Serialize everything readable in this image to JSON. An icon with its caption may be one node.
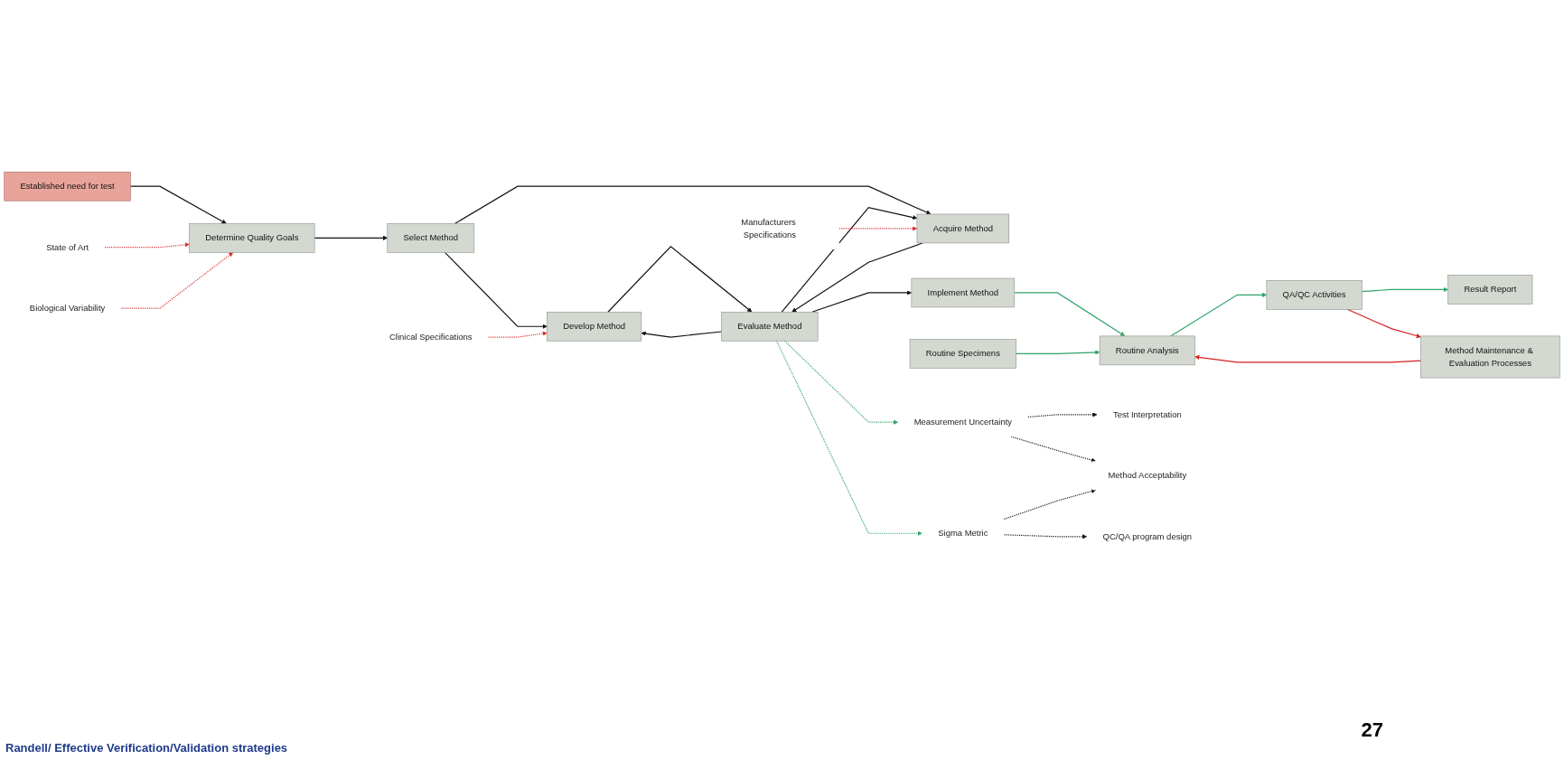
{
  "diagram": {
    "nodes": [
      {
        "text": [
          "Established need for test"
        ]
      },
      {
        "text": [
          "Determine Quality Goals"
        ]
      },
      {
        "text": [
          "Select Method"
        ]
      },
      {
        "text": [
          "Develop Method"
        ]
      },
      {
        "text": [
          "Acquire Method"
        ]
      },
      {
        "text": [
          "Evaluate Method"
        ]
      },
      {
        "text": [
          "Implement Method"
        ]
      },
      {
        "text": [
          "Method Maintenance & Evaluation Processes"
        ]
      },
      {
        "text": [
          "Routine Specimens"
        ]
      },
      {
        "text": [
          "Routine Analysis"
        ]
      },
      {
        "text": [
          "QA/QC Activities"
        ]
      },
      {
        "text": [
          "Result Report"
        ]
      },
      {
        "text": [
          "State of Art"
        ]
      },
      {
        "text": [
          "Biological Variability"
        ]
      },
      {
        "text": [
          "Clinical Specifications"
        ]
      },
      {
        "text": [
          "Manufacturers Specifications"
        ]
      },
      {
        "text": [
          "Measurement Uncertainty"
        ]
      },
      {
        "text": [
          "Sigma Metric"
        ]
      },
      {
        "text": [
          "Test Interpretation"
        ]
      },
      {
        "text": [
          "Method Acceptability"
        ]
      },
      {
        "text": [
          "QC/QA program design"
        ]
      }
    ],
    "edges": [
      {
        "from": 0,
        "to": 1,
        "arrow": "to"
      },
      {
        "from": 1,
        "to": 2,
        "arrow": "to"
      },
      {
        "from": 2,
        "to": 3,
        "arrow": "to"
      },
      {
        "from": 2,
        "to": 4,
        "arrow": "to"
      },
      {
        "from": 3,
        "to": 5,
        "arrow": "to"
      },
      {
        "from": 4,
        "to": 5,
        "arrow": "to"
      },
      {
        "from": 5,
        "to": 3,
        "arrow": "to"
      },
      {
        "from": 5,
        "to": 4,
        "arrow": "to"
      },
      {
        "from": 5,
        "to": 6,
        "arrow": "to"
      },
      {
        "from": 12,
        "to": 1,
        "arrow": "to",
        "style": "dashed",
        "color": "#e03030"
      },
      {
        "from": 13,
        "to": 1,
        "arrow": "to",
        "style": "dashed",
        "color": "#e03030"
      },
      {
        "from": 14,
        "to": 3,
        "arrow": "to",
        "style": "dashed",
        "color": "#e03030"
      },
      {
        "from": 15,
        "to": 4,
        "arrow": "to",
        "style": "dashed",
        "color": "#e03030"
      },
      {
        "from": 5,
        "to": 16,
        "arrow": "to",
        "style": "dashed",
        "color": "#2ea36a"
      },
      {
        "from": 5,
        "to": 17,
        "arrow": "to",
        "style": "dashed",
        "color": "#2ea36a"
      },
      {
        "from": 16,
        "to": 18,
        "arrow": "to",
        "style": "dashed"
      },
      {
        "from": 16,
        "to": 19,
        "arrow": "to",
        "style": "dashed"
      },
      {
        "from": 17,
        "to": 19,
        "arrow": "to",
        "style": "dashed"
      },
      {
        "from": 17,
        "to": 20,
        "arrow": "to",
        "style": "dashed"
      },
      {
        "from": 6,
        "to": 9,
        "arrow": "to",
        "color": "#2ea36a"
      },
      {
        "from": 8,
        "to": 9,
        "arrow": "to",
        "color": "#2ea36a"
      },
      {
        "from": 9,
        "to": 10,
        "arrow": "to",
        "color": "#2ea36a"
      },
      {
        "from": 10,
        "to": 11,
        "arrow": "to",
        "color": "#2ea36a"
      },
      {
        "from": 10,
        "to": 7,
        "arrow": "to",
        "color": "#d42020"
      },
      {
        "from": 7,
        "to": 9,
        "arrow": "to",
        "color": "#d42020"
      }
    ],
    "labels": [
      "27",
      "Randell/ Effective Verification/Validation strategies"
    ]
  }
}
